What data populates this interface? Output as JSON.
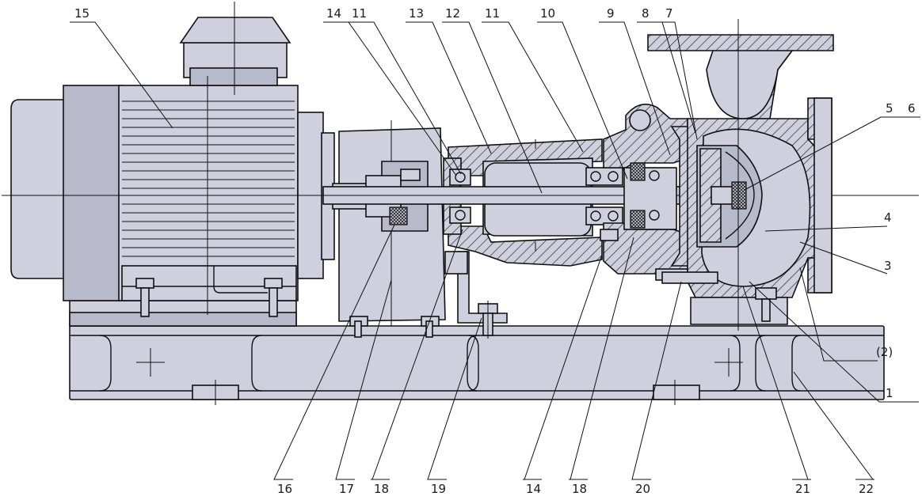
{
  "title": "",
  "callouts": [
    {
      "id": "c15",
      "label": "15"
    },
    {
      "id": "c14a",
      "label": "14"
    },
    {
      "id": "c11a",
      "label": "11"
    },
    {
      "id": "c13",
      "label": "13"
    },
    {
      "id": "c12",
      "label": "12"
    },
    {
      "id": "c11b",
      "label": "11"
    },
    {
      "id": "c10",
      "label": "10"
    },
    {
      "id": "c9",
      "label": "9"
    },
    {
      "id": "c8",
      "label": "8"
    },
    {
      "id": "c7",
      "label": "7"
    },
    {
      "id": "c5",
      "label": "5"
    },
    {
      "id": "c6",
      "label": "6"
    },
    {
      "id": "c4",
      "label": "4"
    },
    {
      "id": "c3",
      "label": "3"
    },
    {
      "id": "c2",
      "label": "(2)"
    },
    {
      "id": "c1",
      "label": "1"
    },
    {
      "id": "c16",
      "label": "16"
    },
    {
      "id": "c17",
      "label": "17"
    },
    {
      "id": "c18a",
      "label": "18"
    },
    {
      "id": "c19",
      "label": "19"
    },
    {
      "id": "c14b",
      "label": "14"
    },
    {
      "id": "c18b",
      "label": "18"
    },
    {
      "id": "c20",
      "label": "20"
    },
    {
      "id": "c21",
      "label": "21"
    },
    {
      "id": "c22",
      "label": "22"
    }
  ]
}
